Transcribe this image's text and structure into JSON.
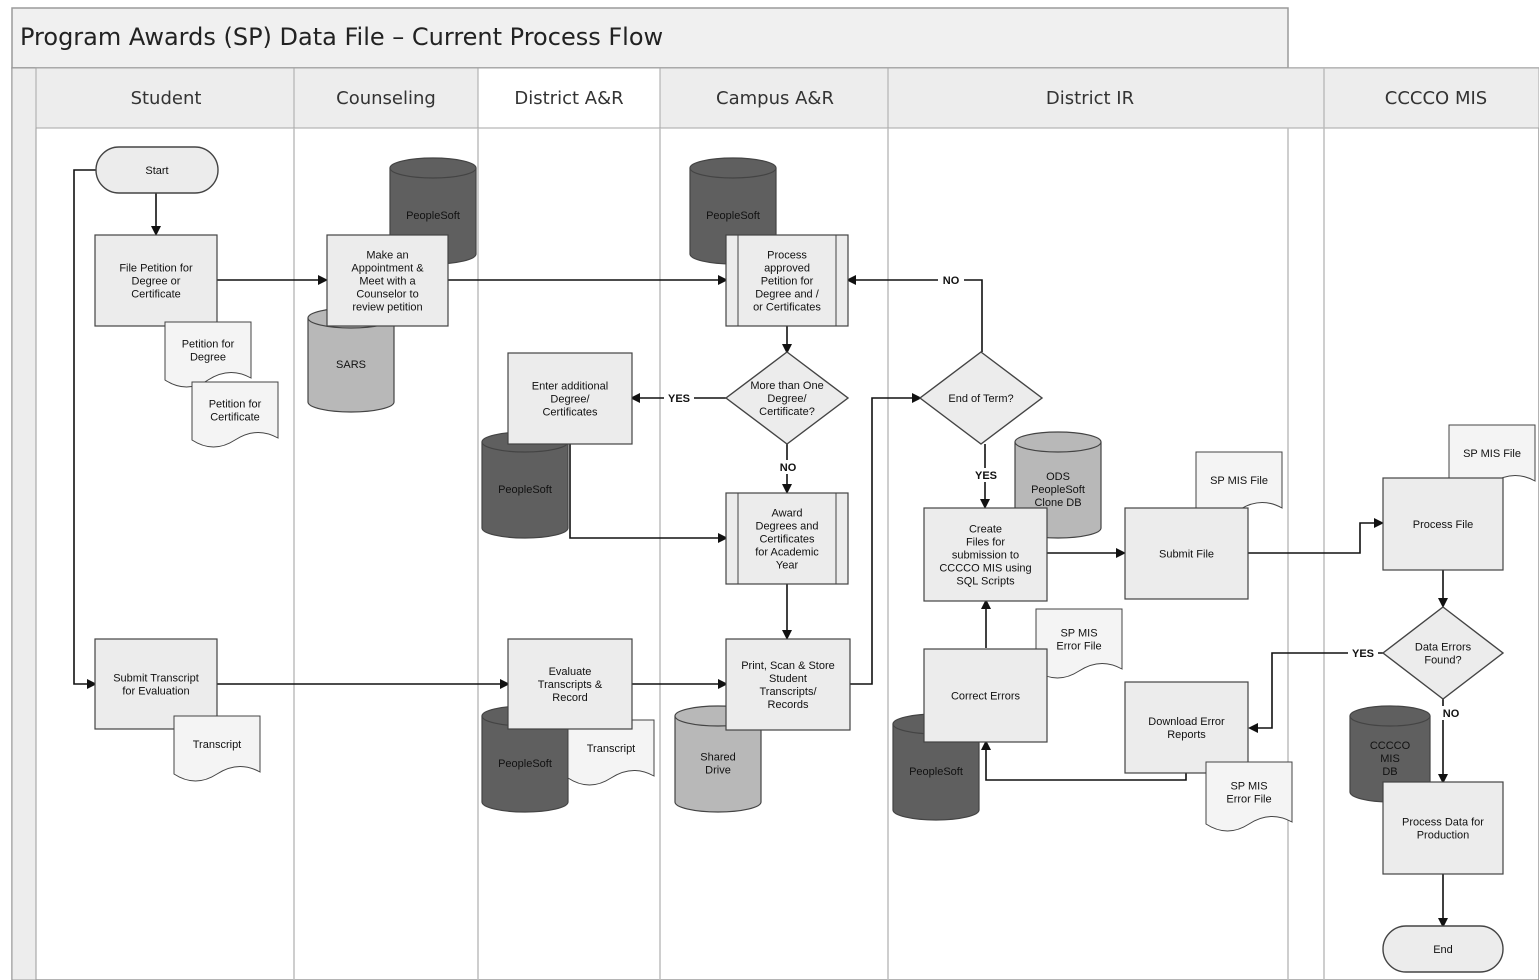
{
  "title": "Program Awards (SP) Data File – Current Process Flow",
  "lanes": [
    {
      "id": "student",
      "label": "Student"
    },
    {
      "id": "counseling",
      "label": "Counseling"
    },
    {
      "id": "district_ar",
      "label": "District A&R"
    },
    {
      "id": "campus_ar",
      "label": "Campus A&R"
    },
    {
      "id": "district_ir",
      "label": "District IR"
    },
    {
      "id": "cccco_mis",
      "label": "CCCCO MIS"
    }
  ],
  "nodes": {
    "start": {
      "type": "terminator",
      "lines": [
        "Start"
      ]
    },
    "file_petition": {
      "type": "process",
      "lines": [
        "File Petition for",
        "Degree or",
        "Certificate"
      ]
    },
    "petition_degree": {
      "type": "document",
      "lines": [
        "Petition for",
        "Degree"
      ]
    },
    "petition_certificate": {
      "type": "document",
      "lines": [
        "Petition for",
        "Certificate"
      ]
    },
    "submit_transcript": {
      "type": "process",
      "lines": [
        "Submit Transcript",
        "for Evaluation"
      ]
    },
    "transcript_student": {
      "type": "document",
      "lines": [
        "Transcript"
      ]
    },
    "peoplesoft_counseling": {
      "type": "database",
      "lines": [
        "PeopleSoft"
      ]
    },
    "make_appointment": {
      "type": "process",
      "lines": [
        "Make an",
        "Appointment &",
        "Meet with a",
        "Counselor to",
        "review petition"
      ]
    },
    "sars": {
      "type": "database",
      "lines": [
        "SARS"
      ]
    },
    "enter_additional": {
      "type": "process",
      "lines": [
        "Enter additional",
        "Degree/",
        "Certificates"
      ]
    },
    "peoplesoft_dar1": {
      "type": "database",
      "lines": [
        "PeopleSoft"
      ]
    },
    "evaluate_transcripts": {
      "type": "process",
      "lines": [
        "Evaluate",
        "Transcripts &",
        "Record"
      ]
    },
    "peoplesoft_dar2": {
      "type": "database",
      "lines": [
        "PeopleSoft"
      ]
    },
    "transcript_dar": {
      "type": "document",
      "lines": [
        "Transcript"
      ]
    },
    "peoplesoft_campus": {
      "type": "database",
      "lines": [
        "PeopleSoft"
      ]
    },
    "process_approved": {
      "type": "predefined",
      "lines": [
        "Process",
        "approved",
        "Petition for",
        "Degree and /",
        "or Certificates"
      ]
    },
    "more_than_one": {
      "type": "decision",
      "lines": [
        "More than One",
        "Degree/",
        "Certificate?"
      ]
    },
    "award_degrees": {
      "type": "predefined",
      "lines": [
        "Award",
        "Degrees and",
        "Certificates",
        "for Academic",
        "Year"
      ]
    },
    "print_scan": {
      "type": "process",
      "lines": [
        "Print, Scan & Store",
        "Student",
        "Transcripts/",
        "Records"
      ]
    },
    "shared_drive": {
      "type": "database",
      "lines": [
        "Shared",
        "Drive"
      ]
    },
    "end_of_term": {
      "type": "decision",
      "lines": [
        "End of Term?"
      ]
    },
    "ods_clone": {
      "type": "database",
      "lines": [
        "ODS",
        "PeopleSoft",
        "Clone DB"
      ]
    },
    "create_files": {
      "type": "process",
      "lines": [
        "Create",
        "Files for",
        "submission to",
        "CCCCO MIS using",
        "SQL Scripts"
      ]
    },
    "sp_mis_file_1": {
      "type": "document",
      "lines": [
        "SP MIS File"
      ]
    },
    "submit_file": {
      "type": "process",
      "lines": [
        "Submit File"
      ]
    },
    "sp_mis_error_1": {
      "type": "document",
      "lines": [
        "SP MIS",
        "Error File"
      ]
    },
    "correct_errors": {
      "type": "process",
      "lines": [
        "Correct Errors"
      ]
    },
    "peoplesoft_dir": {
      "type": "database",
      "lines": [
        "PeopleSoft"
      ]
    },
    "download_error": {
      "type": "process",
      "lines": [
        "Download Error",
        "Reports"
      ]
    },
    "sp_mis_error_2": {
      "type": "document",
      "lines": [
        "SP MIS",
        "Error File"
      ]
    },
    "sp_mis_file_2": {
      "type": "document",
      "lines": [
        "SP MIS File"
      ]
    },
    "process_file": {
      "type": "process",
      "lines": [
        "Process File"
      ]
    },
    "data_errors": {
      "type": "decision",
      "lines": [
        "Data Errors",
        "Found?"
      ]
    },
    "cccco_db": {
      "type": "database",
      "lines": [
        "CCCCO",
        "MIS",
        "DB"
      ]
    },
    "process_production": {
      "type": "process",
      "lines": [
        "Process Data for",
        "Production"
      ]
    },
    "end": {
      "type": "terminator",
      "lines": [
        "End"
      ]
    }
  },
  "edge_labels": {
    "no": "NO",
    "yes": "YES"
  },
  "colors": {
    "dark_db": "#5f5f5f",
    "light_db": "#b8b8b8",
    "box": "#ececec",
    "lane_header": "#ededed",
    "border": "#8a8a8a"
  }
}
